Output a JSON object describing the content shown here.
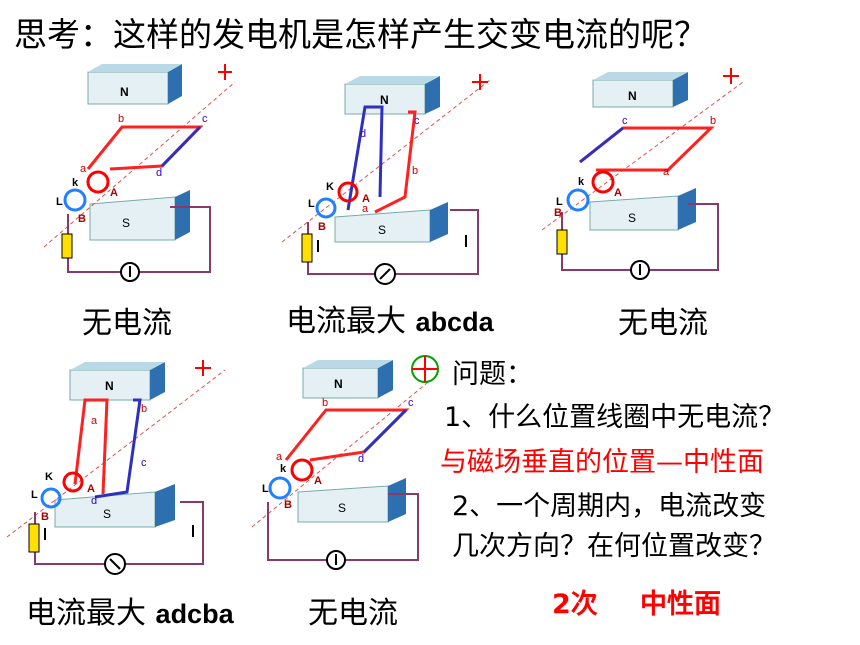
{
  "title": "思考：这样的发电机是怎样产生交变电流的呢？",
  "panels": [
    {
      "caption_cn": "无电流",
      "caption_latin": "",
      "coil": [
        "a",
        "b",
        "c",
        "d"
      ],
      "brushes": [
        "k",
        "L",
        "A",
        "B"
      ],
      "poles": [
        "N",
        "S"
      ]
    },
    {
      "caption_cn": "电流最大",
      "caption_latin": "abcda",
      "coil": [
        "d",
        "c",
        "b",
        "a"
      ],
      "brushes": [
        "K",
        "L",
        "A",
        "B"
      ],
      "poles": [
        "N",
        "S"
      ]
    },
    {
      "caption_cn": "无电流",
      "caption_latin": "",
      "coil": [
        "c",
        "b",
        "a"
      ],
      "brushes": [
        "k",
        "L",
        "A",
        "B"
      ],
      "poles": [
        "N",
        "S"
      ]
    },
    {
      "caption_cn": "电流最大",
      "caption_latin": "adcba",
      "coil": [
        "a",
        "b",
        "c",
        "d"
      ],
      "brushes": [
        "K",
        "L",
        "A",
        "B"
      ],
      "poles": [
        "N",
        "S"
      ]
    },
    {
      "caption_cn": "无电流",
      "caption_latin": "",
      "coil": [
        "a",
        "b",
        "c",
        "d"
      ],
      "brushes": [
        "k",
        "L",
        "A",
        "B"
      ],
      "poles": [
        "N",
        "S"
      ]
    }
  ],
  "questions": {
    "heading": "问题：",
    "q1": "1、什么位置线圈中无电流？",
    "a1": "与磁场垂直的位置—中性面",
    "q2_line1": "2、一个周期内，电流改变",
    "q2_line2": "几次方向？在何位置改变？",
    "a2_count": "2次",
    "a2_place": "中性面"
  }
}
